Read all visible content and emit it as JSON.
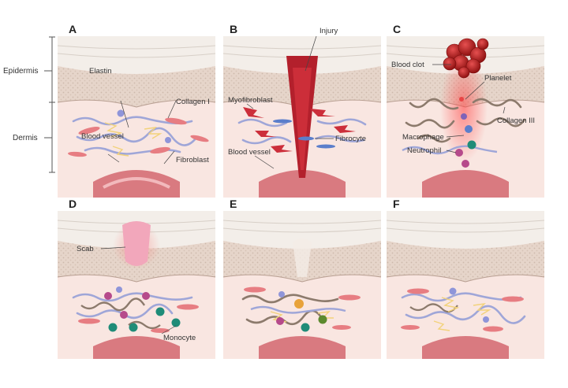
{
  "side_labels": {
    "epidermis": "Epidermis",
    "dermis": "Dermis"
  },
  "panels": [
    {
      "letter": "A",
      "labels": [
        "Elastin",
        "Collagen I",
        "Blood vessel",
        "Fibroblast"
      ]
    },
    {
      "letter": "B",
      "labels": [
        "Injury",
        "Myofibroblast",
        "Fibrocyte",
        "Blood vessel"
      ]
    },
    {
      "letter": "C",
      "labels": [
        "Blood clot",
        "Planelet",
        "Collagen III",
        "Macrophage",
        "Neutrophil"
      ]
    },
    {
      "letter": "D",
      "labels": [
        "Scab",
        "Monocyte"
      ]
    },
    {
      "letter": "E",
      "labels": []
    },
    {
      "letter": "F",
      "labels": []
    }
  ],
  "colors": {
    "panel_bg": "#f7e4e0",
    "epidermis_top": "#f3eee9",
    "epidermis_dots": "#dccfc4",
    "dermis": "#f9e6e1",
    "vessel": "#d97a80",
    "collagen_i": "#9fa6d8",
    "elastin": "#f2d27a",
    "fibroblast": "#e77d82",
    "myofibroblast": "#cc2e3a",
    "fibrocyte": "#5b7ecb",
    "collagen_iii": "#8c7a6c",
    "macrophage": "#7f63b8",
    "neutrophil": "#b64a8b",
    "monocyte": "#1f8c78",
    "clot": "#c02424",
    "scab": "#f2a7bb",
    "injury": "#b3202c"
  }
}
